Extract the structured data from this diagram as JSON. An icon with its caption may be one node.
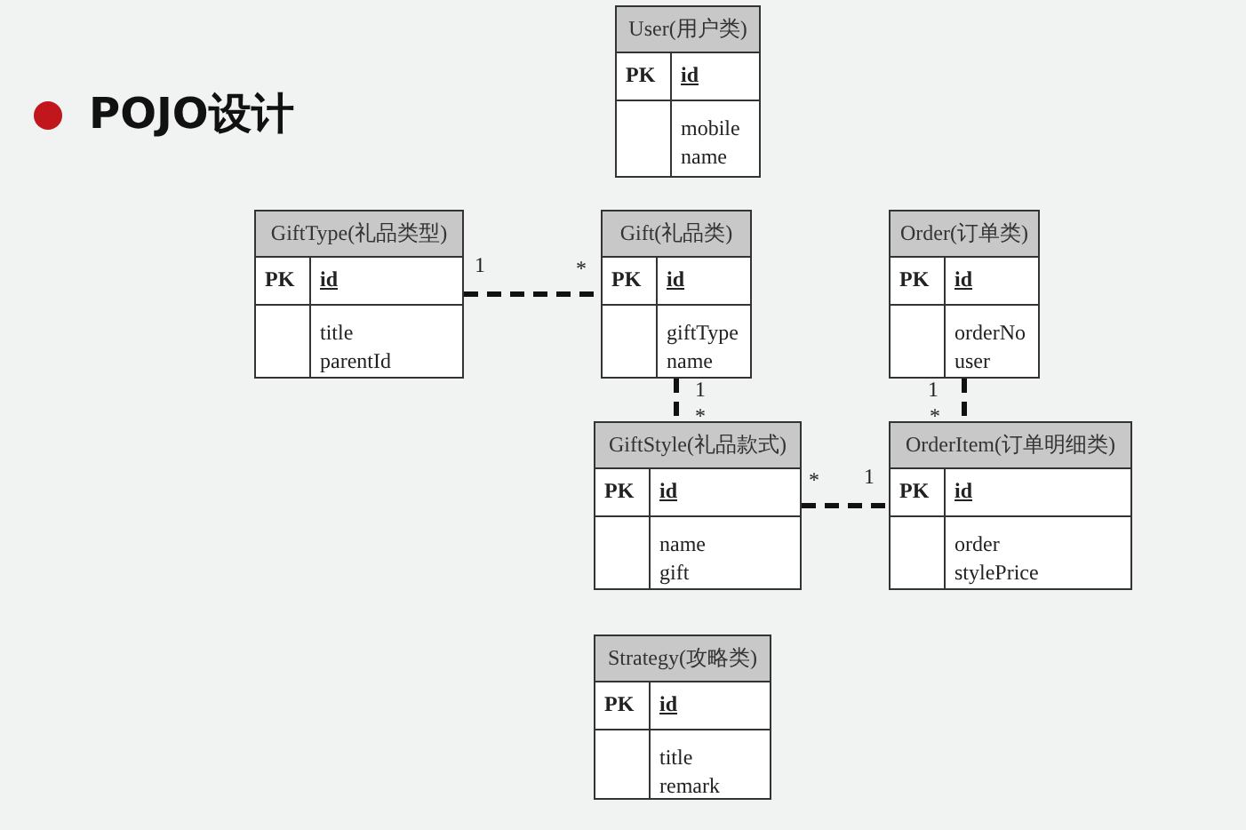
{
  "diagram": {
    "title": "POJO设计",
    "nodes": [
      {
        "text": [
          "User(用户类)",
          "PK",
          "id",
          "mobile",
          "name"
        ]
      },
      {
        "text": [
          "GiftType(礼品类型)",
          "PK",
          "id",
          "title",
          "parentId"
        ]
      },
      {
        "text": [
          "Gift(礼品类)",
          "PK",
          "id",
          "giftType",
          "name"
        ]
      },
      {
        "text": [
          "Order(订单类)",
          "PK",
          "id",
          "orderNo",
          "user"
        ]
      },
      {
        "text": [
          "GiftStyle(礼品款式)",
          "PK",
          "id",
          "name",
          "gift"
        ]
      },
      {
        "text": [
          "OrderItem(订单明细类)",
          "PK",
          "id",
          "order",
          "stylePrice"
        ]
      },
      {
        "text": [
          "Strategy(攻略类)",
          "PK",
          "id",
          "title",
          "remark"
        ]
      }
    ],
    "edges": [
      {
        "from": 1,
        "to": 2,
        "arrow": "none",
        "style": "dashed"
      },
      {
        "from": 2,
        "to": 4,
        "arrow": "none",
        "style": "dashed"
      },
      {
        "from": 3,
        "to": 5,
        "arrow": "none",
        "style": "dashed"
      },
      {
        "from": 4,
        "to": 5,
        "arrow": "none",
        "style": "dashed"
      }
    ],
    "labels": [
      "1",
      "*",
      "1",
      "*",
      "1",
      "*",
      "*",
      "1"
    ]
  }
}
